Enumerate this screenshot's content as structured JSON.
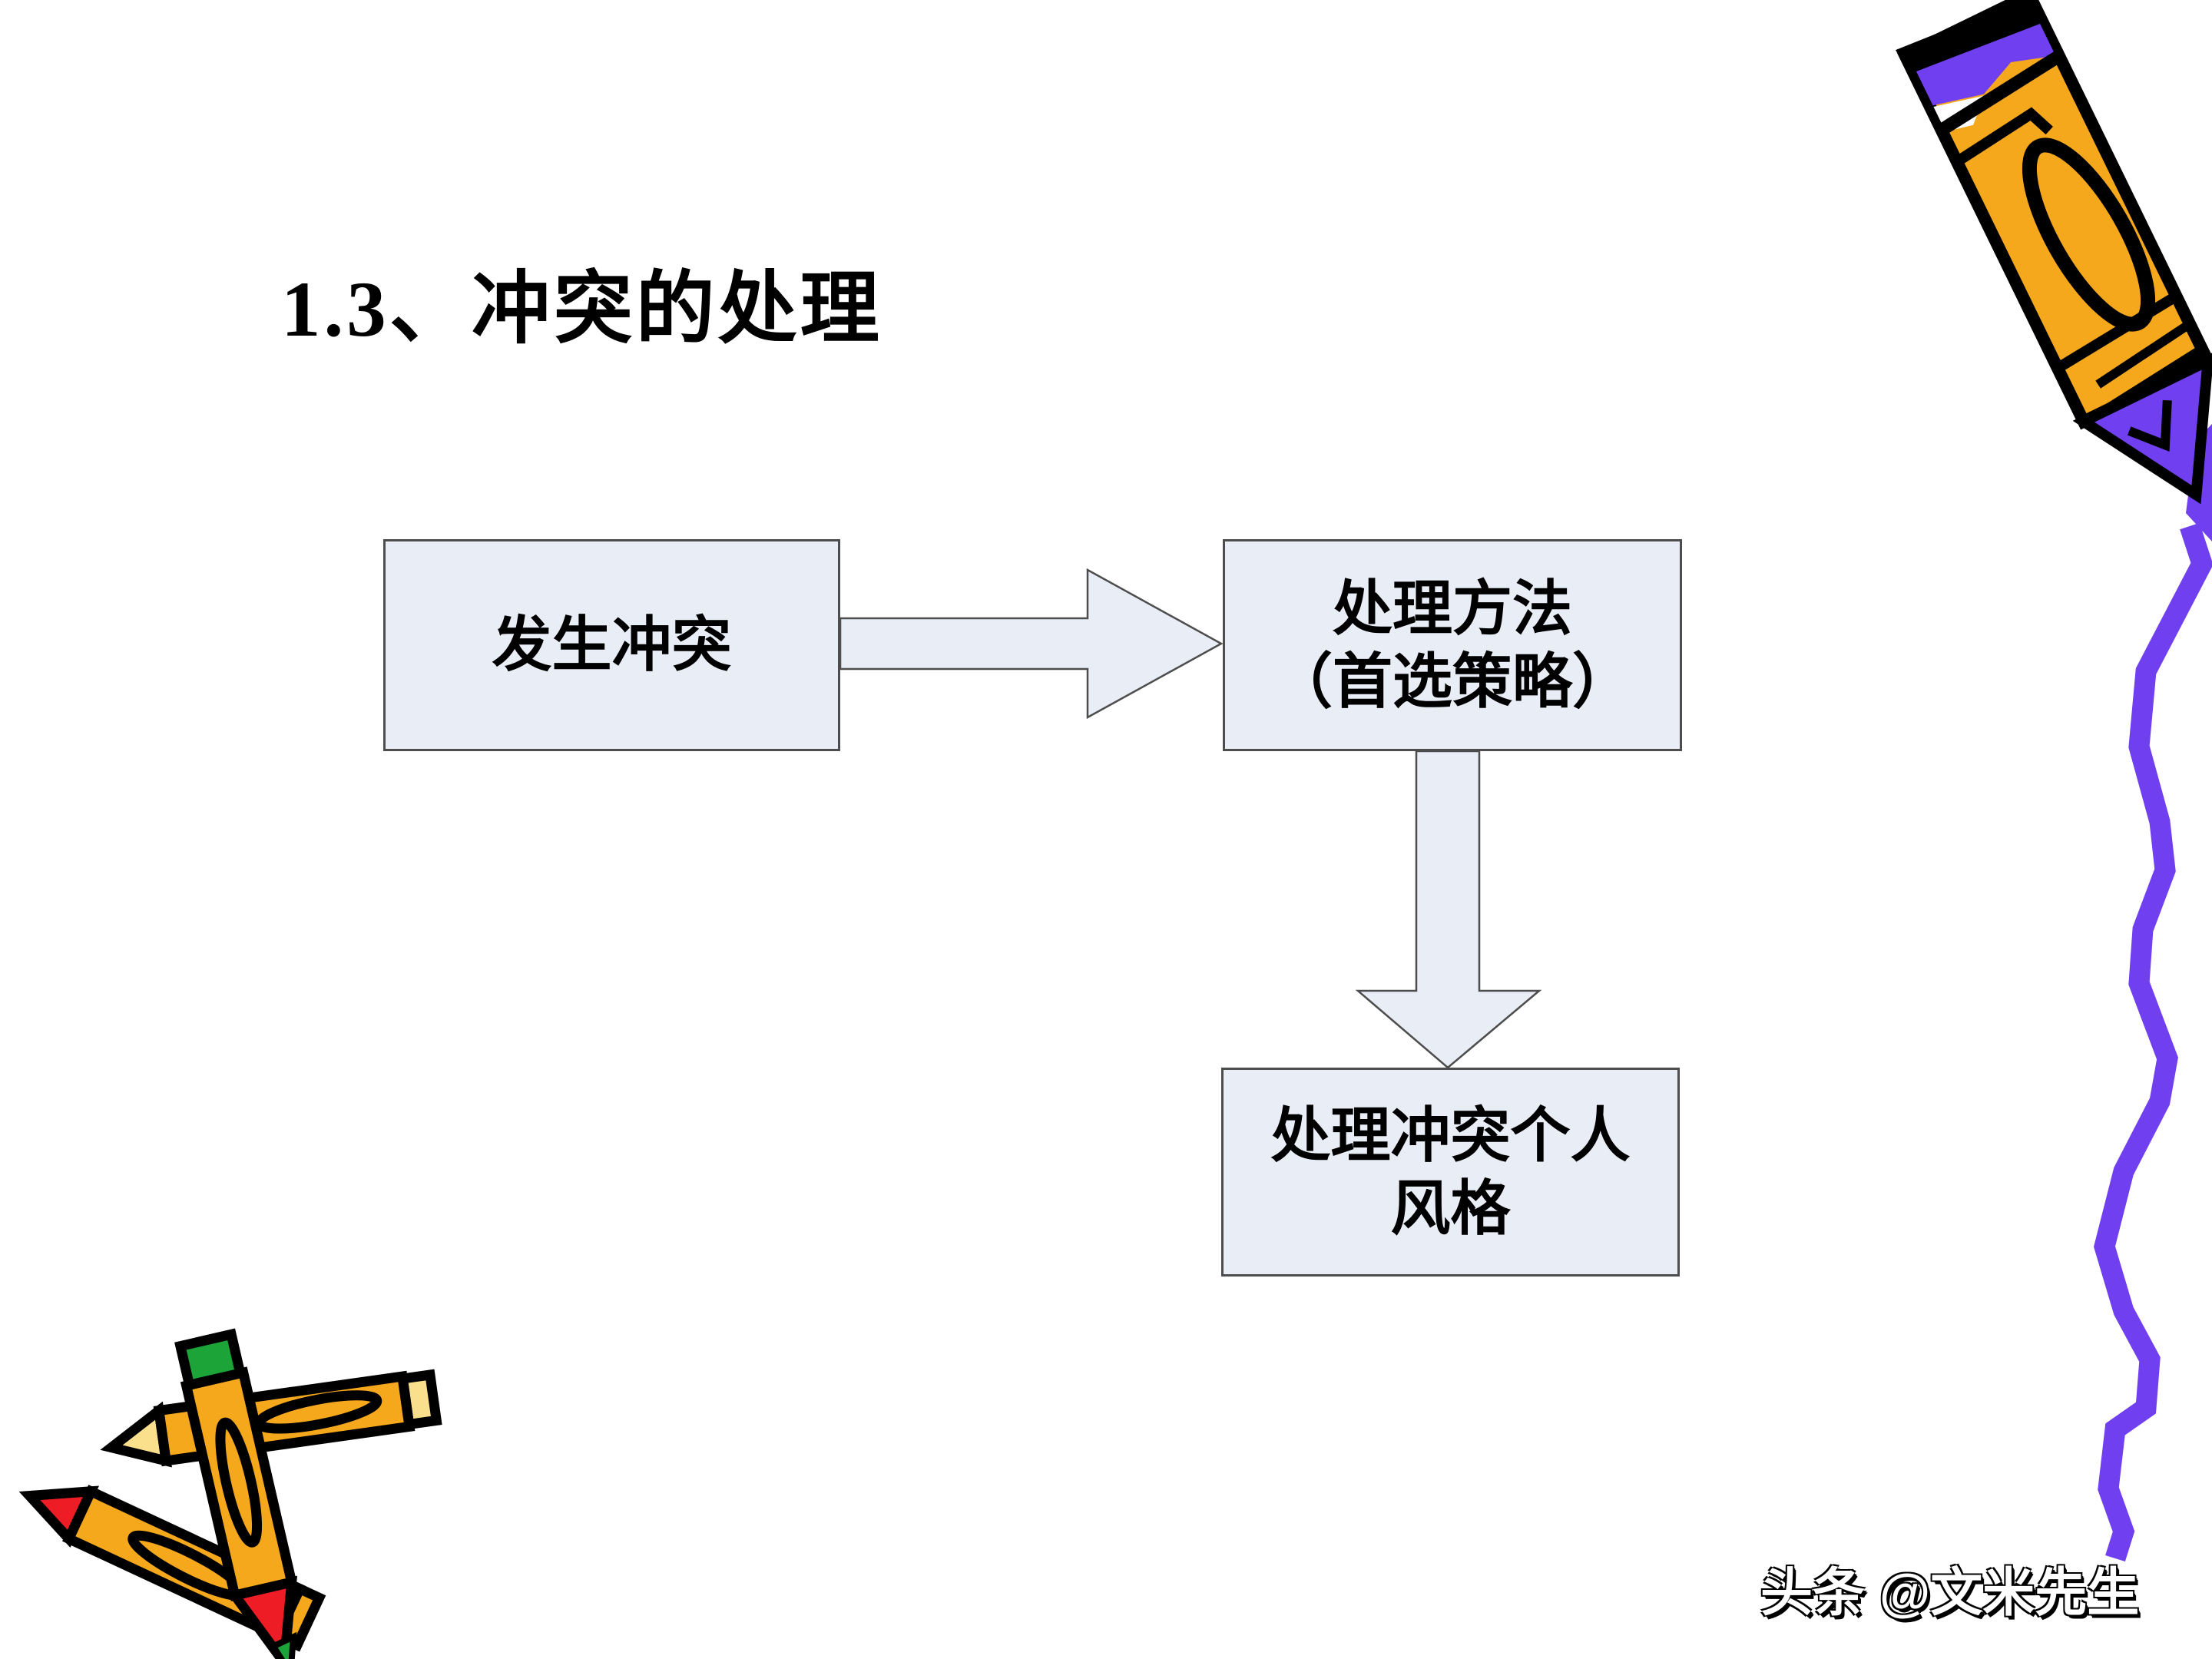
{
  "slide": {
    "title": "1.3、冲突的处理",
    "flowchart": {
      "box1_label": "发生冲突",
      "box2_lines": [
        "处理方法",
        "（首选策略）"
      ],
      "box3_lines": [
        "处理冲突个人",
        "风格"
      ]
    },
    "watermark": "头条 @文米先生",
    "colors": {
      "shape_fill": "#e8edf6",
      "shape_border": "#4d4d4d",
      "crayon_orange": "#F6A81C",
      "accent_purple": "#6F3FF0",
      "tip_red": "#EE1C25",
      "cap_green": "#1CA438",
      "pale_yellow": "#FAE08C"
    }
  }
}
